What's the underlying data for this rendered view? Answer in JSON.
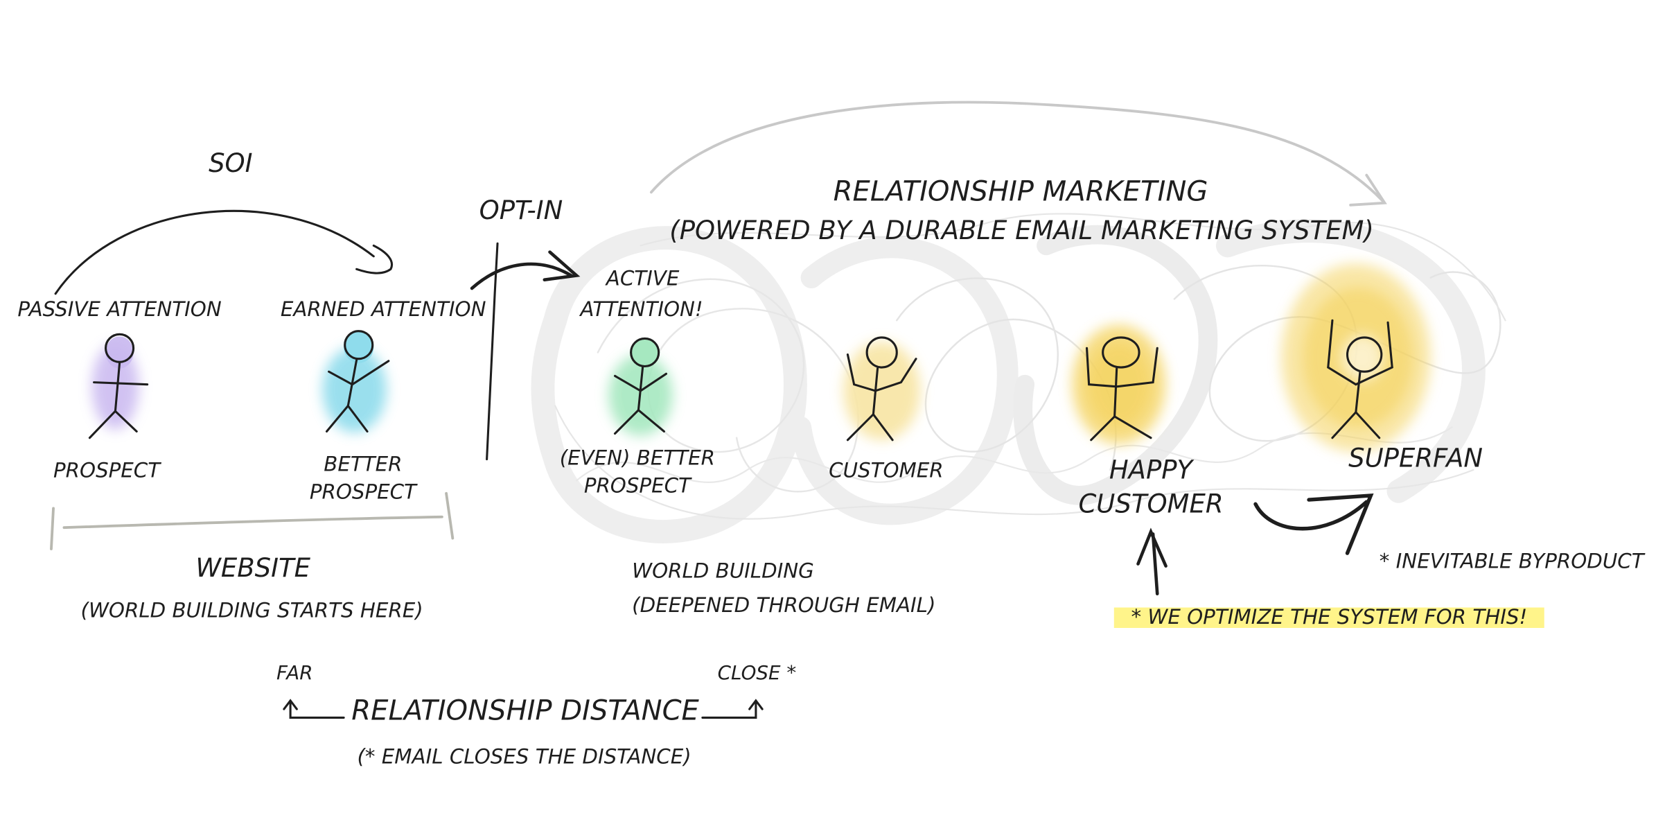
{
  "labels": {
    "soi": "SOI",
    "opt_in": "OPT-IN",
    "relationship_marketing": "RELATIONSHIP MARKETING",
    "powered_by": "(POWERED BY A DURABLE EMAIL MARKETING SYSTEM)",
    "passive_attention": "PASSIVE ATTENTION",
    "earned_attention": "EARNED ATTENTION",
    "active_attention_1": "ACTIVE",
    "active_attention_2": "ATTENTION!",
    "prospect": "PROSPECT",
    "better_prospect_1": "BETTER",
    "better_prospect_2": "PROSPECT",
    "even_better_1": "(EVEN) BETTER",
    "even_better_2": "PROSPECT",
    "customer": "CUSTOMER",
    "happy_1": "HAPPY",
    "happy_2": "CUSTOMER",
    "superfan": "SUPERFAN",
    "inevitable": "* INEVITABLE BYPRODUCT",
    "optimize": "* WE OPTIMIZE THE SYSTEM FOR THIS!",
    "website": "WEBSITE",
    "world_starts": "(WORLD BUILDING STARTS HERE)",
    "world_building": "WORLD BUILDING",
    "deepened": "(DEEPENED THROUGH EMAIL)",
    "far": "FAR",
    "close": "CLOSE *",
    "relationship_distance": "RELATIONSHIP DISTANCE",
    "email_closes": "(* EMAIL CLOSES THE DISTANCE)"
  },
  "colors": {
    "ink": "#1e1e1e",
    "prospect": "#c9b8f0",
    "better_prospect": "#8fdcec",
    "even_better_prospect": "#a6e8c0",
    "customer": "#f8e6a8",
    "happy_customer": "#f4d35e",
    "superfan": "#f4d35e",
    "highlight": "#fff48a",
    "light_arc": "#c8c8c8",
    "scribble": "#e6e6e6"
  }
}
